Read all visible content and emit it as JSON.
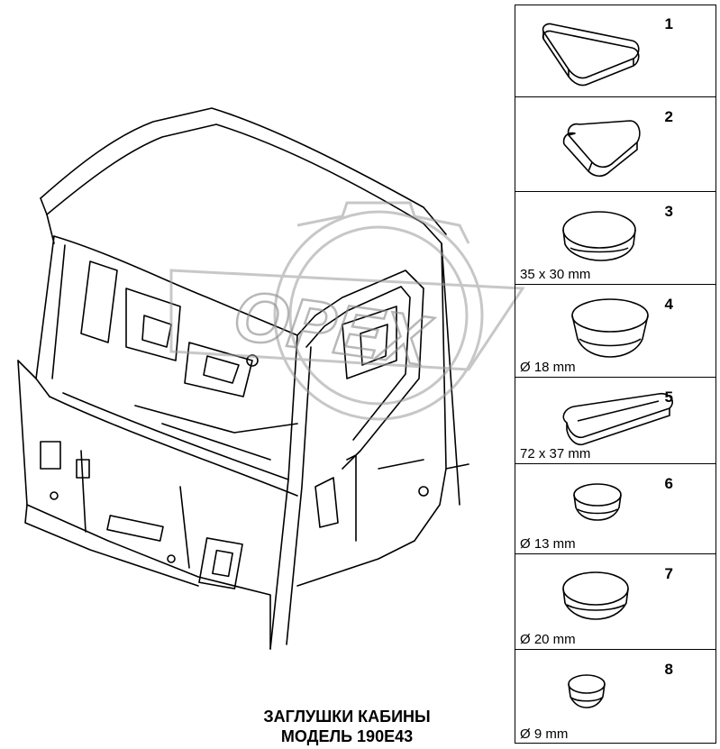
{
  "caption": {
    "line1": "ЗАГЛУШКИ КАБИНЫ",
    "line2": "МОДЕЛЬ 190E43"
  },
  "watermark": "OPEX",
  "parts": [
    {
      "number": "1",
      "dimension": "",
      "shape": "triangular-plug"
    },
    {
      "number": "2",
      "dimension": "",
      "shape": "triangular-plug"
    },
    {
      "number": "3",
      "dimension": "35 x 30 mm",
      "shape": "oval-plug"
    },
    {
      "number": "4",
      "dimension": "Ø 18 mm",
      "shape": "round-plug"
    },
    {
      "number": "5",
      "dimension": "72 x 37 mm",
      "shape": "elongated-plug"
    },
    {
      "number": "6",
      "dimension": "Ø 13 mm",
      "shape": "round-plug"
    },
    {
      "number": "7",
      "dimension": "Ø 20 mm",
      "shape": "round-plug"
    },
    {
      "number": "8",
      "dimension": "Ø 9 mm",
      "shape": "round-plug"
    }
  ]
}
